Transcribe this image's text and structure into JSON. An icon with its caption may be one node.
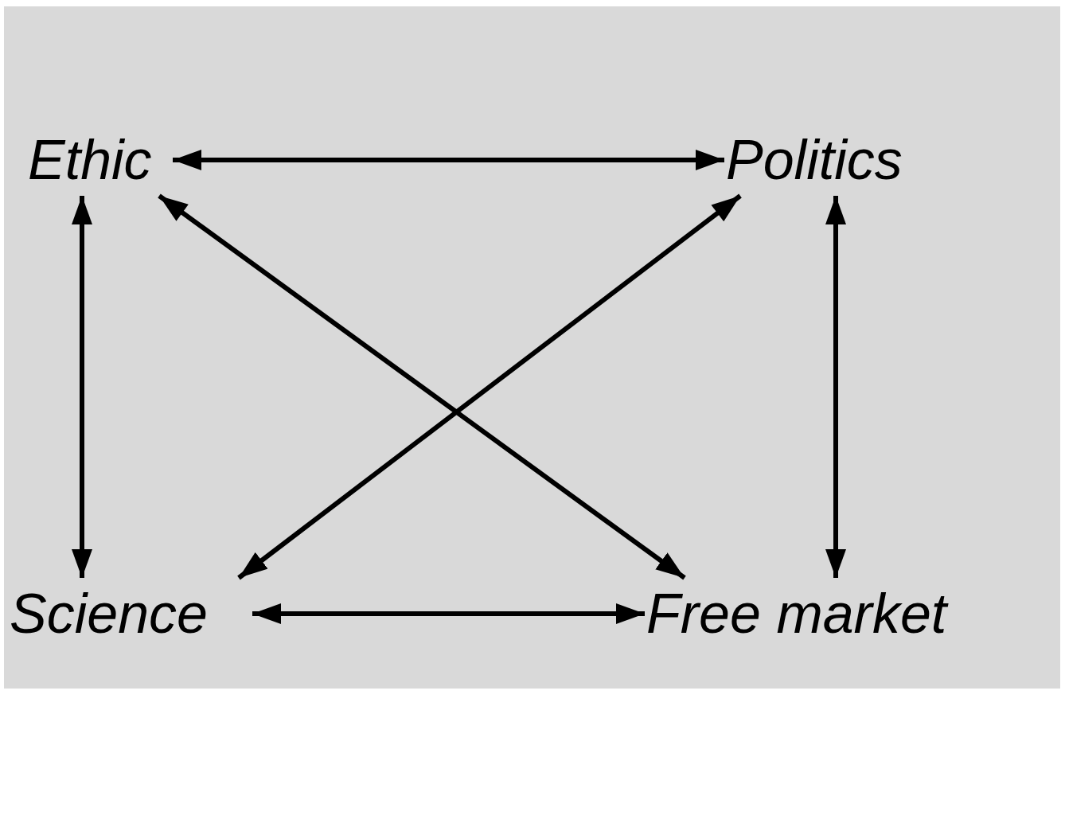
{
  "diagram": {
    "nodes": [
      {
        "text": [
          "Ethic"
        ]
      },
      {
        "text": [
          "Politics"
        ]
      },
      {
        "text": [
          "Science"
        ]
      },
      {
        "text": [
          "Free market"
        ]
      }
    ],
    "edges": [
      {
        "from": 0,
        "to": 1,
        "arrow": "both"
      },
      {
        "from": 0,
        "to": 2,
        "arrow": "both"
      },
      {
        "from": 0,
        "to": 3,
        "arrow": "both"
      },
      {
        "from": 1,
        "to": 2,
        "arrow": "both"
      },
      {
        "from": 1,
        "to": 3,
        "arrow": "both"
      },
      {
        "from": 2,
        "to": 3,
        "arrow": "both"
      }
    ]
  }
}
